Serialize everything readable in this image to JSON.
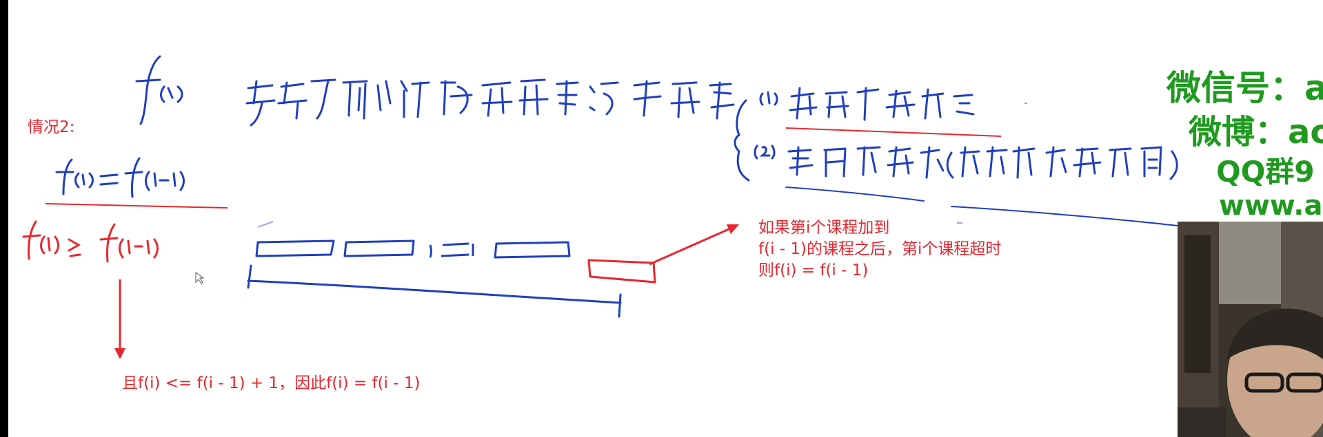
{
  "notes": {
    "case_label": "情况2:",
    "right_note": [
      "如果第i个课程加到",
      "f(i - 1)的课程之后，第i个课程超时",
      "则f(i) = f(i - 1)"
    ],
    "bottom_note": "且f(i) <= f(i - 1) + 1，因此f(i) = f(i - 1)"
  },
  "watermark": {
    "line1": "微信号：a",
    "line2": "微博：ac",
    "line3": "QQ群9",
    "line4": "www.a"
  },
  "colors": {
    "ink_blue": "#1f3fbf",
    "ink_red": "#e8262d",
    "watermark_green": "#1f9a1f"
  }
}
